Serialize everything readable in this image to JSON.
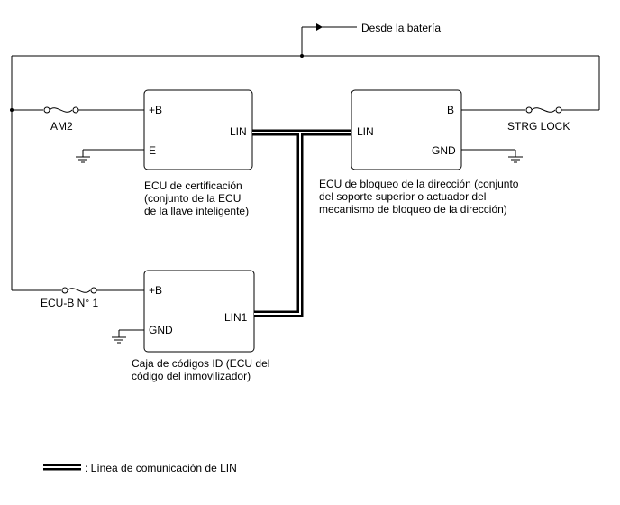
{
  "battery_label": "Desde la batería",
  "fuses": {
    "am2": "AM2",
    "strg_lock": "STRG LOCK",
    "ecu_b": "ECU-B N° 1"
  },
  "certification_ecu": {
    "pin_b": "+B",
    "pin_e": "E",
    "pin_lin": "LIN",
    "caption": [
      "ECU de certificación",
      "(conjunto de la ECU",
      "de la llave inteligente)"
    ]
  },
  "steering_lock_ecu": {
    "pin_lin": "LIN",
    "pin_b": "B",
    "pin_gnd": "GND",
    "caption": [
      "ECU de bloqueo de la dirección (conjunto",
      "del soporte superior o actuador del",
      "mecanismo de bloqueo de la dirección)"
    ]
  },
  "id_code_box": {
    "pin_b": "+B",
    "pin_gnd": "GND",
    "pin_lin1": "LIN1",
    "caption": [
      "Caja de códigos ID (ECU del",
      "código del inmovilizador)"
    ]
  },
  "legend": {
    "text": ": Línea de comunicación de LIN"
  }
}
